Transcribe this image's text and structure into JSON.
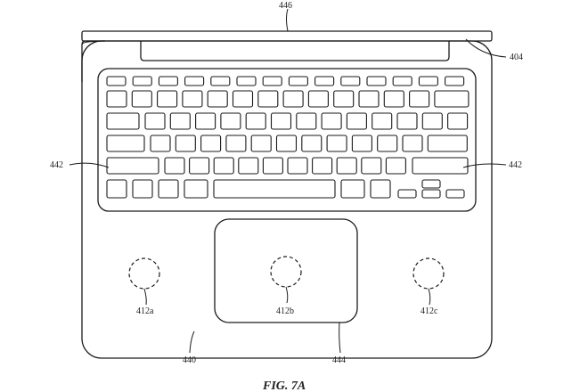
{
  "figure": {
    "caption": "FIG. 7A",
    "labels": {
      "display_lid": "446",
      "hinge_corner": "404",
      "keyboard_left": "442",
      "keyboard_right": "442",
      "sensor_left": "412a",
      "sensor_center": "412b",
      "sensor_right": "412c",
      "housing": "440",
      "trackpad": "444"
    }
  }
}
